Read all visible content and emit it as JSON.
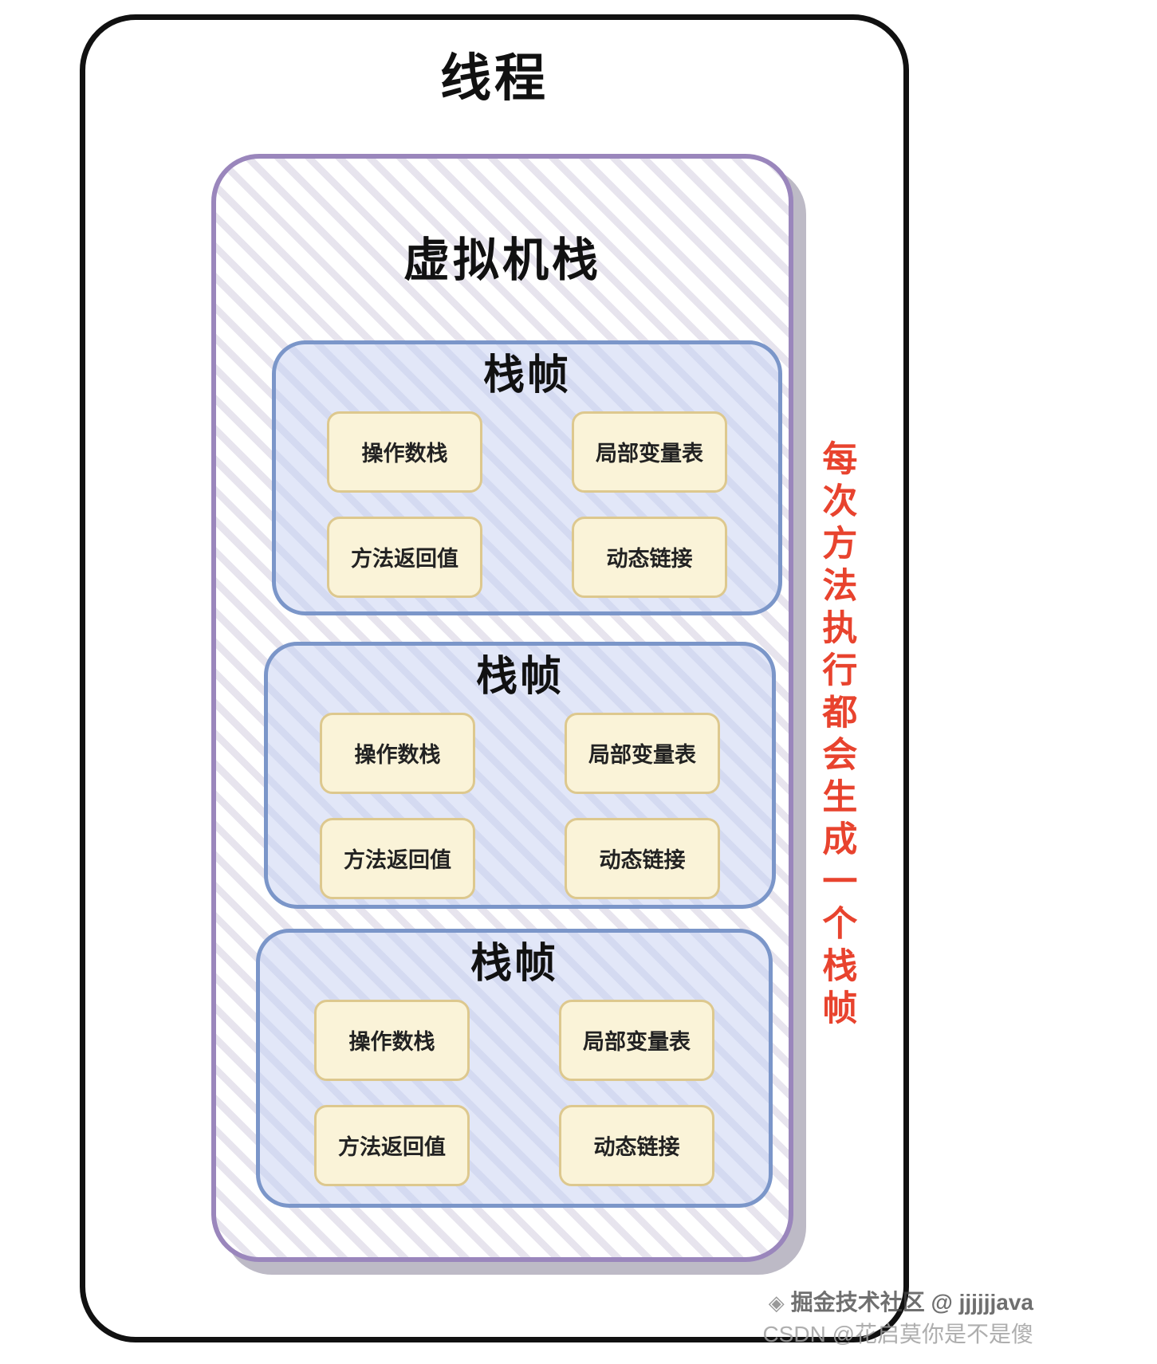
{
  "diagram": {
    "thread_label": "线程",
    "vm_stack_label": "虚拟机栈",
    "side_note": "每次方法执行都会生成一个栈帧",
    "frames": [
      {
        "title": "栈帧",
        "boxes": [
          "操作数栈",
          "局部变量表",
          "方法返回值",
          "动态链接"
        ]
      },
      {
        "title": "栈帧",
        "boxes": [
          "操作数栈",
          "局部变量表",
          "方法返回值",
          "动态链接"
        ]
      },
      {
        "title": "栈帧",
        "boxes": [
          "操作数栈",
          "局部变量表",
          "方法返回值",
          "动态链接"
        ]
      }
    ],
    "watermarks": {
      "juejin": "掘金技术社区 @ jjjjjjava",
      "csdn": "CSDN @花启莫你是不是傻"
    },
    "colors": {
      "purple_border": "#9a86bc",
      "frame_border": "#7b96c9",
      "box_fill": "#faf3d8",
      "box_border": "#ddc88e",
      "note_red": "#e8432e"
    }
  }
}
